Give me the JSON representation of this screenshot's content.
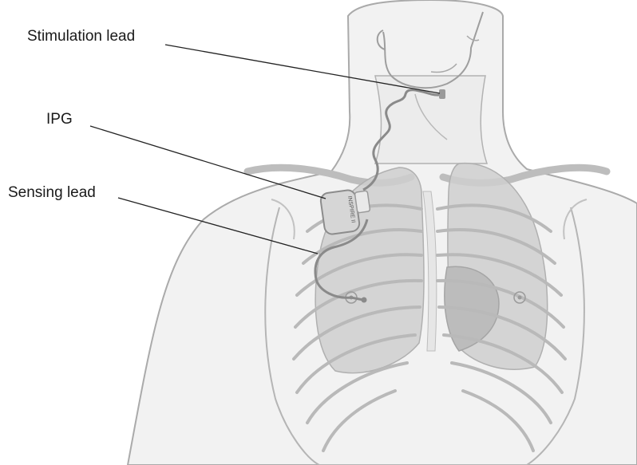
{
  "labels": {
    "stimulation_lead": "Stimulation lead",
    "ipg": "IPG",
    "sensing_lead": "Sensing lead"
  },
  "device": {
    "brand_text": "INSPIRE II"
  },
  "colors": {
    "skin_fill": "#efefef",
    "outline": "#a9a9a9",
    "lung_fill": "#cfcfcf",
    "device_fill": "#d6d6d6",
    "lead": "#8a8a8a",
    "callout_line": "#222222"
  }
}
